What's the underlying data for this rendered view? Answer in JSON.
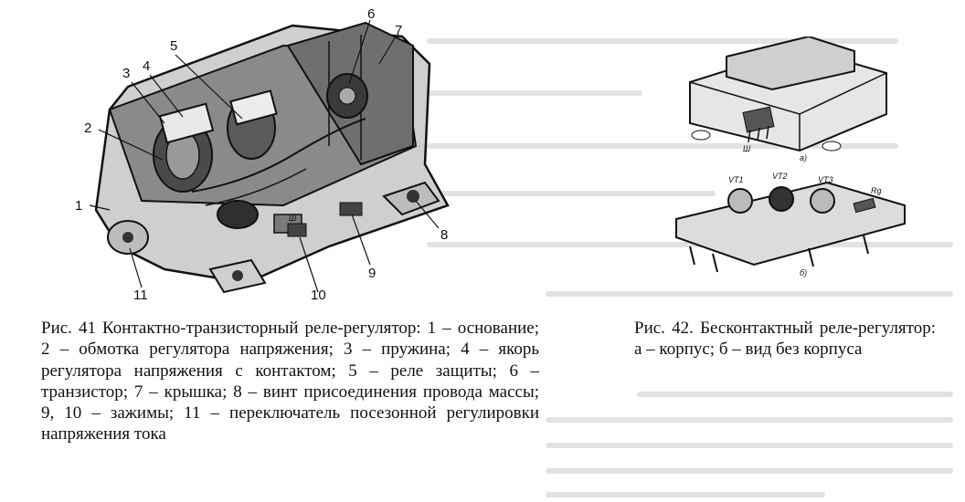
{
  "figure41": {
    "labels": [
      "1",
      "2",
      "3",
      "4",
      "5",
      "6",
      "7",
      "8",
      "9",
      "10",
      "11"
    ],
    "plug_label": "Ш",
    "caption": "Рис. 41 Контактно-транзисторный реле-регулятор: 1 – основание; 2 – обмотка регулятора напряжения; 3 – пружина; 4 – якорь регулятора напряжения с контактом; 5 – реле защиты; 6 – транзистор; 7 – крышка; 8 – винт присоединения провода массы; 9, 10 – зажимы; 11 – переключатель посезонной регулировки напряжения тока"
  },
  "figure42": {
    "label_a": "а)",
    "label_b": "б)",
    "plug_label": "Ш",
    "components": [
      "VT1",
      "VT2",
      "VT3",
      "Rg"
    ],
    "caption": "Рис. 42. Бесконтактный реле-регулятор: а – корпус; б – вид без корпуса"
  },
  "colors": {
    "ink": "#111111",
    "bleed": "#d9d9d9"
  }
}
